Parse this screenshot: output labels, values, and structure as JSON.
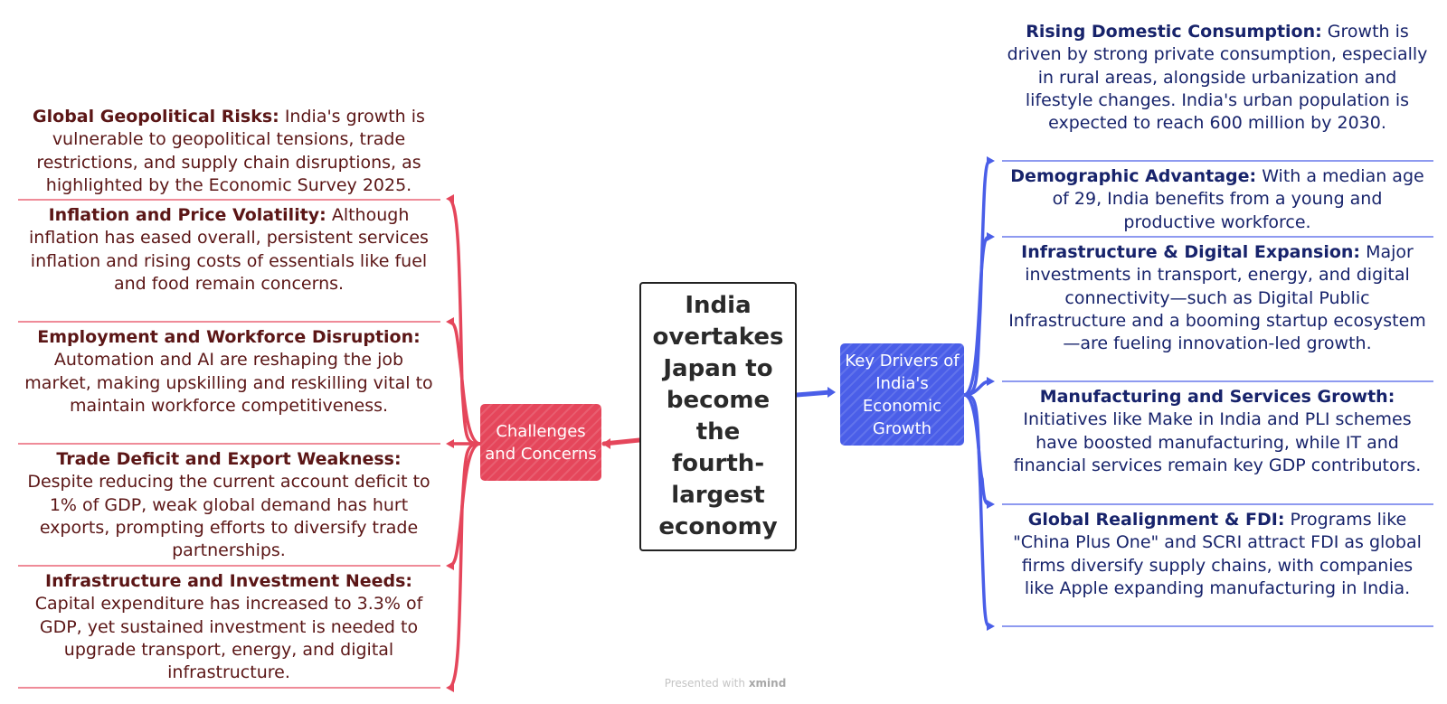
{
  "central_topic": "India overtakes Japan to become the fourth-largest economy",
  "challenges": {
    "label": "Challenges and Concerns",
    "color": "#e5465b",
    "items": [
      {
        "title": "Global Geopolitical Risks:",
        "text": "India's growth is vulnerable to geopolitical tensions, trade restrictions, and supply chain disruptions, as highlighted by the Economic Survey 2025."
      },
      {
        "title": "Inflation and Price Volatility:",
        "text": "Although inflation has eased overall, persistent services inflation and rising costs of essentials like fuel and food remain concerns."
      },
      {
        "title": "Employment and Workforce Disruption:",
        "text": "Automation and AI are reshaping the job market, making upskilling and reskilling vital to maintain workforce competitiveness."
      },
      {
        "title": "Trade Deficit and Export Weakness:",
        "text": "Despite reducing the current account deficit to 1% of GDP, weak global demand has hurt exports, prompting efforts to diversify trade partnerships."
      },
      {
        "title": "Infrastructure and Investment Needs:",
        "text": "Capital expenditure has increased to 3.3% of GDP, yet sustained investment is needed to upgrade transport, energy, and digital infrastructure."
      }
    ]
  },
  "drivers": {
    "label": "Key Drivers of India's Economic Growth",
    "color": "#4a5ee8",
    "items": [
      {
        "title": "Rising Domestic Consumption:",
        "text": "Growth is driven by strong private consumption, especially in rural areas, alongside urbanization and lifestyle changes. India's urban population is expected to reach 600 million by 2030."
      },
      {
        "title": "Demographic Advantage:",
        "text": "With a median age of 29, India benefits from a young and productive workforce."
      },
      {
        "title": "Infrastructure & Digital Expansion:",
        "text": "Major investments in transport, energy, and digital connectivity—such as Digital Public Infrastructure and a booming startup ecosystem—are fueling innovation-led growth."
      },
      {
        "title": "Manufacturing and Services Growth:",
        "text": "Initiatives like Make in India and PLI schemes have boosted manufacturing, while IT and financial services remain key GDP contributors."
      },
      {
        "title": "Global Realignment & FDI:",
        "text": "Programs like \"China Plus One\" and SCRI attract FDI as global firms diversify supply chains, with companies like Apple expanding manufacturing in India."
      }
    ]
  },
  "footer": {
    "prefix": "Presented with",
    "brand": "xmind"
  }
}
